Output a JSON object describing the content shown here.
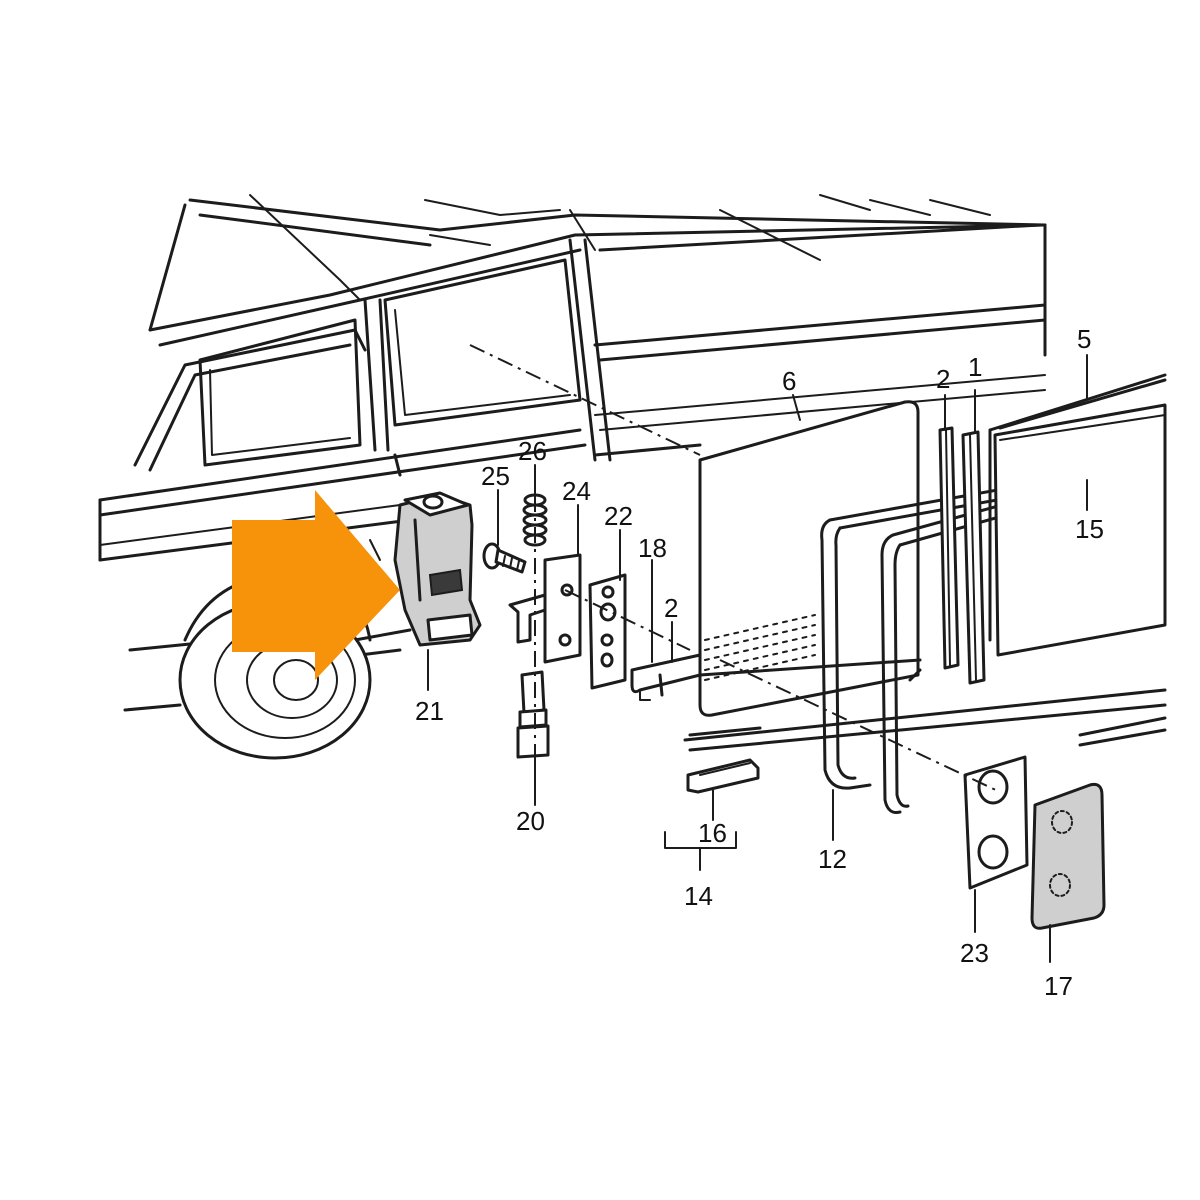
{
  "diagram": {
    "highlight_color": "#f7930a",
    "line_color": "#1c1c1c",
    "callouts": {
      "c1": "1",
      "c2a": "2",
      "c2b": "2",
      "c5": "5",
      "c6": "6",
      "c12": "12",
      "c14": "14",
      "c15": "15",
      "c16": "16",
      "c17": "17",
      "c18": "18",
      "c20": "20",
      "c21": "21",
      "c22": "22",
      "c23": "23",
      "c24": "24",
      "c25": "25",
      "c26": "26"
    }
  }
}
